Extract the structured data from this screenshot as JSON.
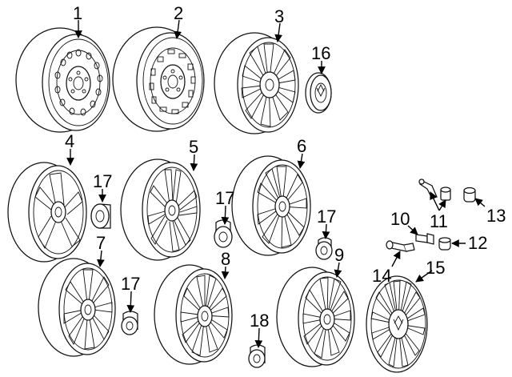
{
  "callouts": {
    "c1": "1",
    "c2": "2",
    "c3": "3",
    "c4": "4",
    "c5": "5",
    "c6": "6",
    "c7": "7",
    "c8": "8",
    "c9": "9",
    "c10": "10",
    "c11": "11",
    "c12": "12",
    "c13": "13",
    "c14": "14",
    "c15": "15",
    "c16": "16",
    "c17a": "17",
    "c17b": "17",
    "c17c": "17",
    "c17d": "17",
    "c18": "18"
  },
  "colors": {
    "line": "#111111",
    "background": "#ffffff"
  }
}
